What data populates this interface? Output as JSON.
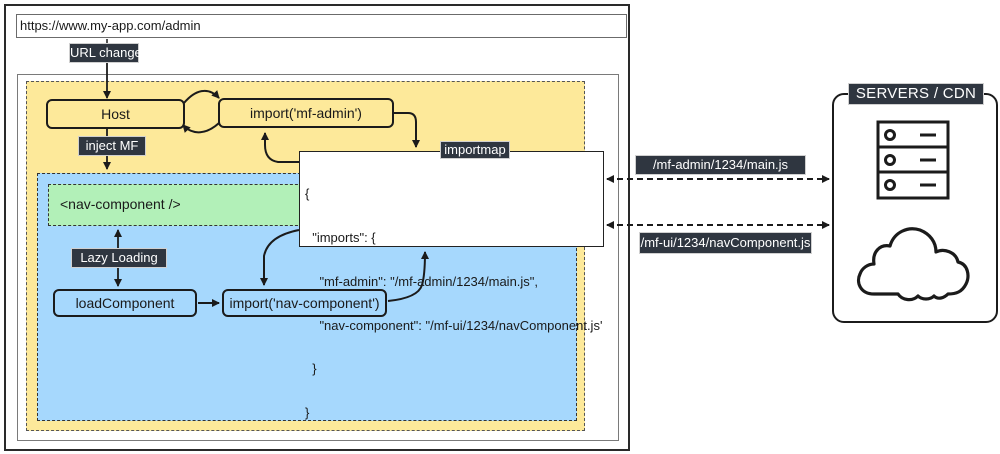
{
  "browser": {
    "url": "https://www.my-app.com/admin"
  },
  "labels": {
    "url_changed": "URL changed",
    "inject_mf": "inject MF",
    "lazy_loading": "Lazy Loading",
    "importmap_title": "importmap"
  },
  "nodes": {
    "host": "Host",
    "import_mf_admin": "import('mf-admin')",
    "nav_component": "<nav-component />",
    "load_component": "loadComponent",
    "import_nav_component": "import('nav-component')"
  },
  "importmap": {
    "lines": [
      "{",
      "  \"imports\": {",
      "    \"mf-admin\": \"/mf-admin/1234/main.js\",",
      "    \"nav-component\": \"/mf-ui/1234/navComponent.js'",
      "  }",
      "}"
    ]
  },
  "requests": [
    {
      "path": "/mf-admin/1234/main.js"
    },
    {
      "path": "/mf-ui/1234/navComponent.js"
    }
  ],
  "servers": {
    "title": "SERVERS / CDN",
    "icons": [
      "server-rack-icon",
      "cloud-icon"
    ]
  },
  "colors": {
    "host_zone": "#fde99a",
    "micro_frontend_zone": "#a6d8fd",
    "component_zone": "#b2f0b8",
    "label_bg": "#2f3640"
  }
}
